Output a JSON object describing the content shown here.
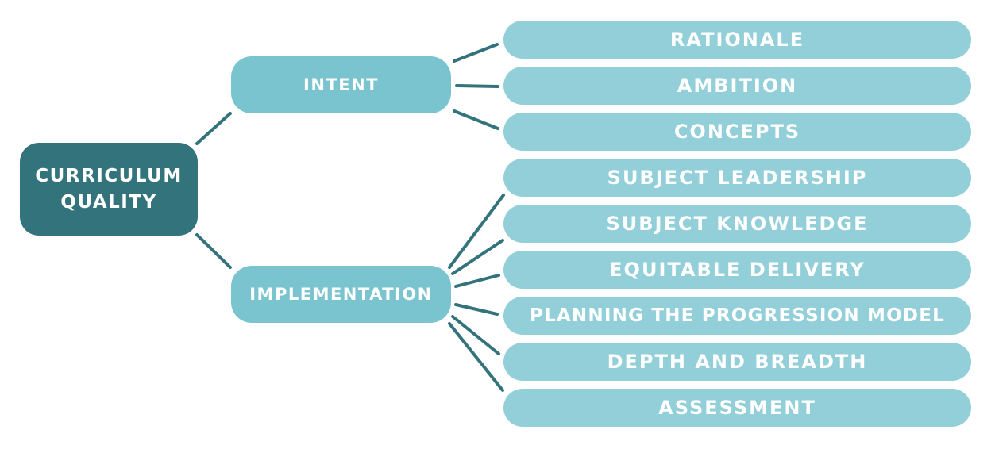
{
  "diagram": {
    "root": {
      "lines": [
        "CURRICULUM",
        "QUALITY"
      ]
    },
    "branches": [
      {
        "label": "INTENT",
        "children": [
          "RATIONALE",
          "AMBITION",
          "CONCEPTS"
        ]
      },
      {
        "label": "IMPLEMENTATION",
        "children": [
          "SUBJECT LEADERSHIP",
          "SUBJECT KNOWLEDGE",
          "EQUITABLE DELIVERY",
          "PLANNING THE PROGRESSION MODEL",
          "DEPTH AND BREADTH",
          "ASSESSMENT"
        ]
      }
    ],
    "colors": {
      "root": "#33737c",
      "branch": "#79c4cf",
      "leaf": "#93cfd9",
      "connector": "#33737c",
      "text": "#ffffff"
    }
  }
}
